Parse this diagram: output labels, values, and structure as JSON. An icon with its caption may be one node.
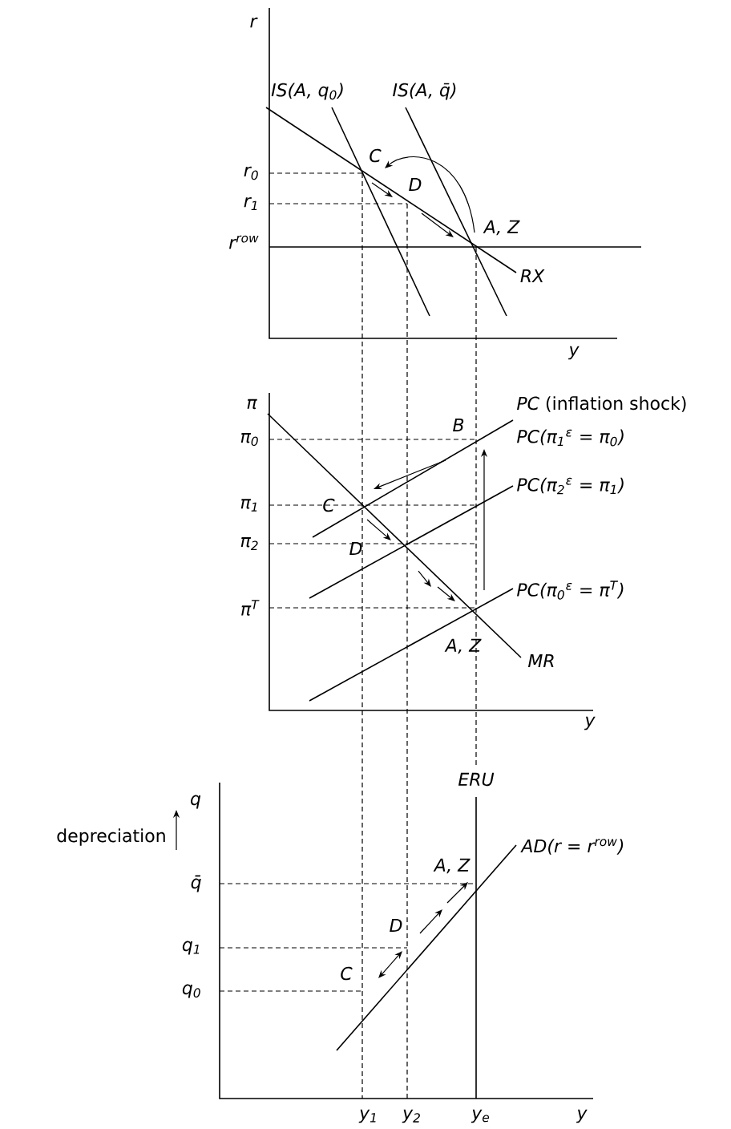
{
  "diagram": {
    "labels": [
      "r",
      "IS(A, q$_{0}$)",
      "IS(A, q̄)",
      "C",
      "D",
      "r$_{0}$",
      "r$_{1}$",
      "A, Z",
      "r$^{row}$",
      "RX",
      "y",
      "π",
      "*PC* (inflation shock)",
      "B",
      "PC(π$_{1}$$^{ε}$ = π$_{0}$)",
      "π$_{0}$",
      "PC(π$_{2}$$^{ε}$ = π$_{1}$)",
      "π$_{1}$",
      "C",
      "D",
      "π$_{2}$",
      "PC(π$_{0}$$^{ε}$ = π$^{T}$)",
      "π$^{T}$",
      "A, Z",
      "MR",
      "y",
      "q",
      "ERU",
      "depreciation",
      "AD(r = r$^{row}$)",
      "A, Z",
      "q̄",
      "D",
      "q$_{1}$",
      "C",
      "q$_{0}$",
      "y$_{1}$",
      "y$_{2}$",
      "y$_{e}$",
      "y"
    ]
  }
}
